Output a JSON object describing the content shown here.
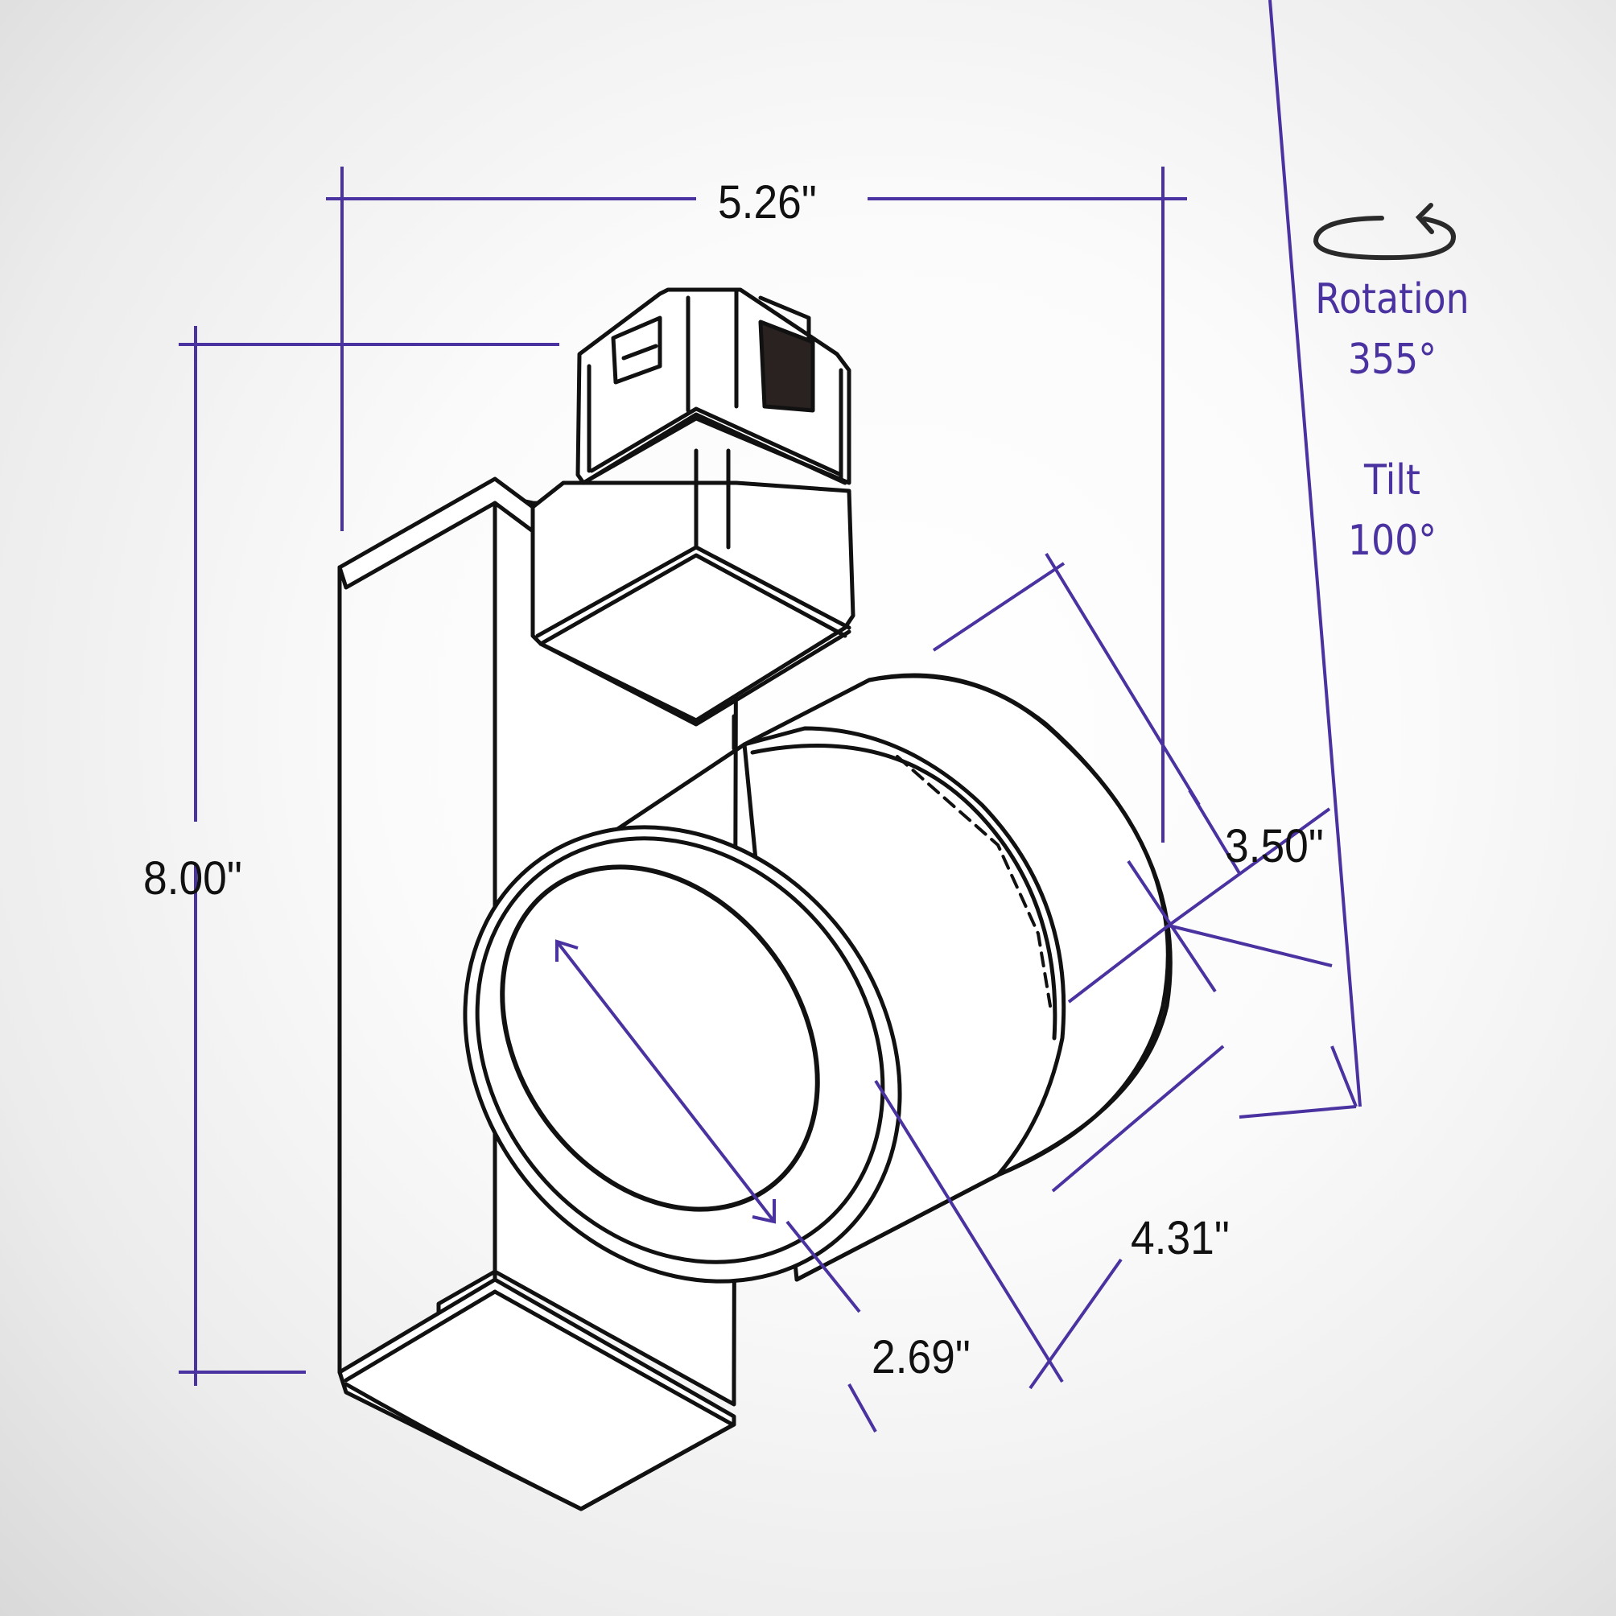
{
  "figure": {
    "subject": "Track light fixture dimension drawing",
    "colors": {
      "dimension_line": "#4a32a0",
      "outline": "#111111",
      "label_text": "#111111",
      "spec_text": "#4a32a0",
      "background_center": "#ffffff",
      "background_edge": "#d9d9d9"
    }
  },
  "dimensions": {
    "overall_width": "5.26\"",
    "overall_height": "8.00\"",
    "head_diameter": "3.50\"",
    "head_length": "4.31\"",
    "aperture_diameter": "2.69\""
  },
  "specs": {
    "rotation_icon": "rotation-arrow-icon",
    "rotation_label": "Rotation",
    "rotation_value": "355°",
    "tilt_label": "Tilt",
    "tilt_value": "100°"
  }
}
